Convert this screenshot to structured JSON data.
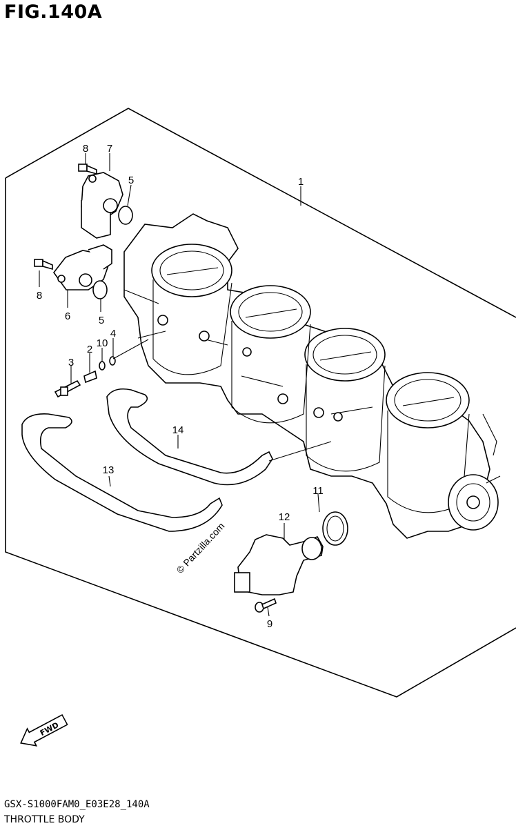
{
  "figure": {
    "title": "FIG.140A",
    "model_code": "GSX-S1000FAM0_E03E28_140A",
    "caption": "THROTTLE BODY"
  },
  "watermark": "© Partzilla.com",
  "fwd_label": "FWD",
  "callouts": [
    "1",
    "2",
    "3",
    "4",
    "5",
    "5",
    "6",
    "7",
    "8",
    "8",
    "9",
    "10",
    "11",
    "12",
    "13",
    "14"
  ]
}
